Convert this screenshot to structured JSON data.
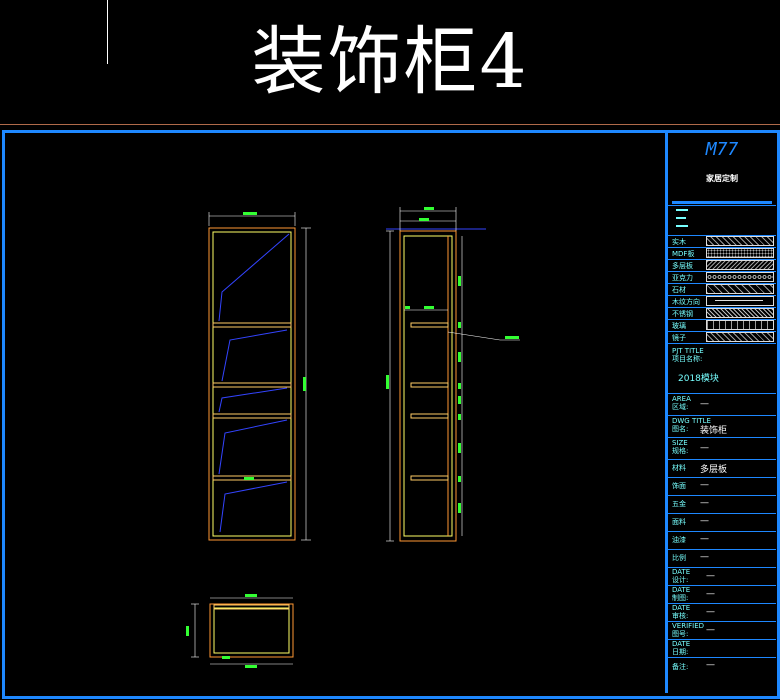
{
  "title": "装饰柜4",
  "titleblock": {
    "logo": "M77",
    "brand_cn": "家居定制",
    "materials": [
      {
        "name": "实木",
        "pattern": "hatch"
      },
      {
        "name": "MDF板",
        "pattern": "dots"
      },
      {
        "name": "多层板",
        "pattern": "hatch2"
      },
      {
        "name": "亚克力",
        "pattern": "circles"
      },
      {
        "name": "石材",
        "pattern": "hatch"
      },
      {
        "name": "木纹方向",
        "pattern": "arrow"
      },
      {
        "name": "不锈钢",
        "pattern": "hatch3"
      },
      {
        "name": "玻璃",
        "pattern": "lines"
      },
      {
        "name": "镜子",
        "pattern": "hatch"
      }
    ],
    "prj_title_label": "PJT TITLE",
    "prj_title_cn": "项目名称:",
    "prj_title_value": "2018模块",
    "area_label": "AREA",
    "area_cn": "区域:",
    "area_value": "—",
    "dwg_title_label": "DWG TITLE",
    "dwg_title_cn": "图名:",
    "dwg_title_value": "装饰柜",
    "size_label": "SIZE",
    "size_cn": "规格:",
    "size_value": "—",
    "material_label": "材料",
    "material_value": "多层板",
    "rows": [
      {
        "label": "饰面",
        "value": "—"
      },
      {
        "label": "五金",
        "value": "—"
      },
      {
        "label": "面料",
        "value": "—"
      },
      {
        "label": "油漆",
        "value": "—"
      },
      {
        "label": "比例",
        "value": "—"
      }
    ],
    "date_rows": [
      {
        "label": "DATE",
        "cn": "设计:",
        "value": "—"
      },
      {
        "label": "DATE",
        "cn": "制图:",
        "value": "—"
      },
      {
        "label": "DATE",
        "cn": "审核:",
        "value": "—"
      },
      {
        "label": "VERIFIED",
        "cn": "图号:",
        "value": "—"
      },
      {
        "label": "DATE",
        "cn": "日期:",
        "value": ""
      },
      {
        "label": "",
        "cn": "备注:",
        "value": "—"
      }
    ]
  }
}
